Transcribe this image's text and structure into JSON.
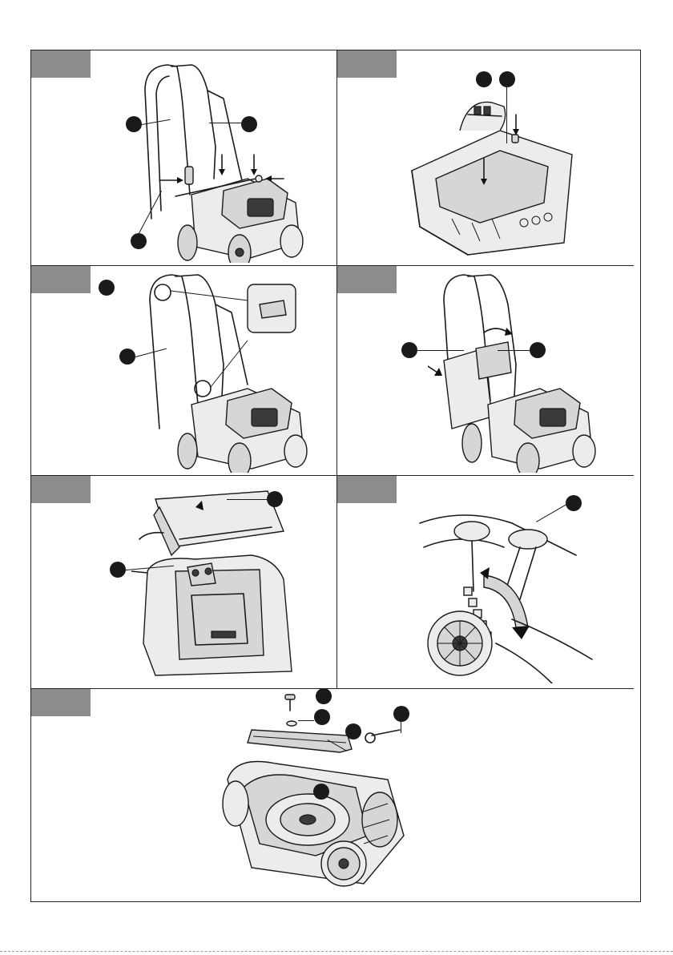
{
  "page": {
    "panels": [
      {
        "id": "mount-handle",
        "tab_color": "#8c8c8c"
      },
      {
        "id": "grass-box-assembly",
        "tab_color": "#8c8c8c"
      },
      {
        "id": "cable-clips",
        "tab_color": "#8c8c8c"
      },
      {
        "id": "attach-grass-box",
        "tab_color": "#8c8c8c"
      },
      {
        "id": "battery-cover",
        "tab_color": "#8c8c8c"
      },
      {
        "id": "height-adjust",
        "tab_color": "#8c8c8c"
      },
      {
        "id": "blade-replacement",
        "tab_color": "#8c8c8c"
      }
    ],
    "accent_colors": {
      "tab": "#8c8c8c",
      "callout": "#1a1a1a",
      "fill_light": "#ececec",
      "fill_mid": "#d6d6d6"
    }
  }
}
